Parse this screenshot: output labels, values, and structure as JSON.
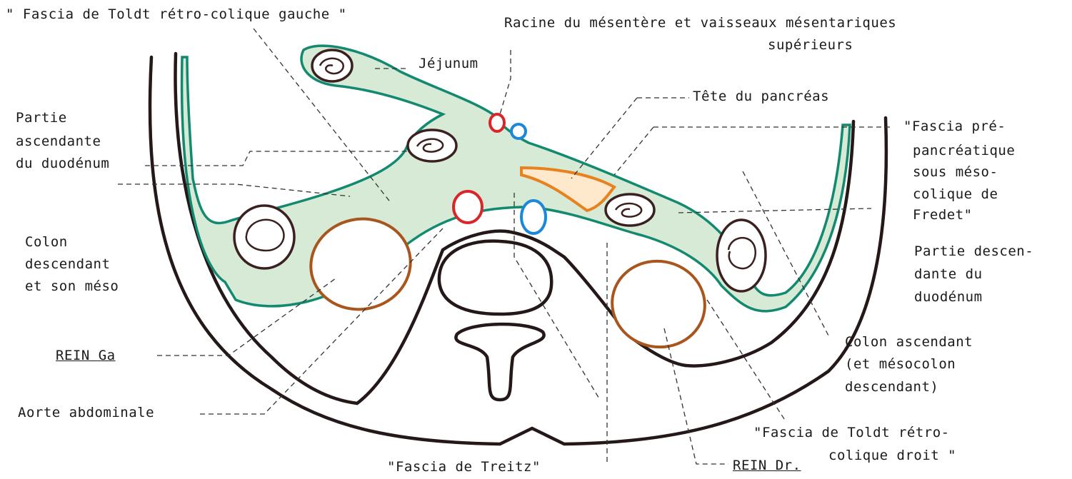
{
  "labels": {
    "fascia_toldt_gauche": "\" Fascia de Toldt rétro-colique gauche \"",
    "racine_line1": "Racine du mésentère et vaisseaux mésentariques",
    "racine_line2": "supérieurs",
    "jejunum": "Jéjunum",
    "tete_pancreas": "Tête du pancréas",
    "partie_asc_1": "Partie",
    "partie_asc_2": "ascendante",
    "partie_asc_3": "du duodénum",
    "fascia_pre_1": "\"Fascia pré-",
    "fascia_pre_2": "pancréatique",
    "fascia_pre_3": "sous méso-",
    "fascia_pre_4": "colique de",
    "fascia_pre_5": "Fredet\"",
    "colon_desc_1": "Colon",
    "colon_desc_2": "descendant",
    "colon_desc_3": "et son méso",
    "partie_desc_1": "Partie descen-",
    "partie_desc_2": "dante du",
    "partie_desc_3": "duodénum",
    "rein_ga": "REIN  Ga",
    "colon_asc_1": "Colon ascendant",
    "colon_asc_2": "(et mésocolon",
    "colon_asc_3": "descendant)",
    "aorte": "Aorte abdominale",
    "fascia_toldt_droit_1": "\"Fascia de Toldt rétro-",
    "fascia_toldt_droit_2": "colique droit \"",
    "fascia_treitz": "\"Fascia de Treitz\"",
    "rein_dr": "REIN Dr."
  },
  "colors": {
    "fascia_stroke": "#138a70",
    "fascia_fill": "#d6ead6",
    "kidney": "#a8561e",
    "pancreas": "#e8821e",
    "artery": "#d8262b",
    "vein": "#1e88d8",
    "outline": "#241818"
  }
}
